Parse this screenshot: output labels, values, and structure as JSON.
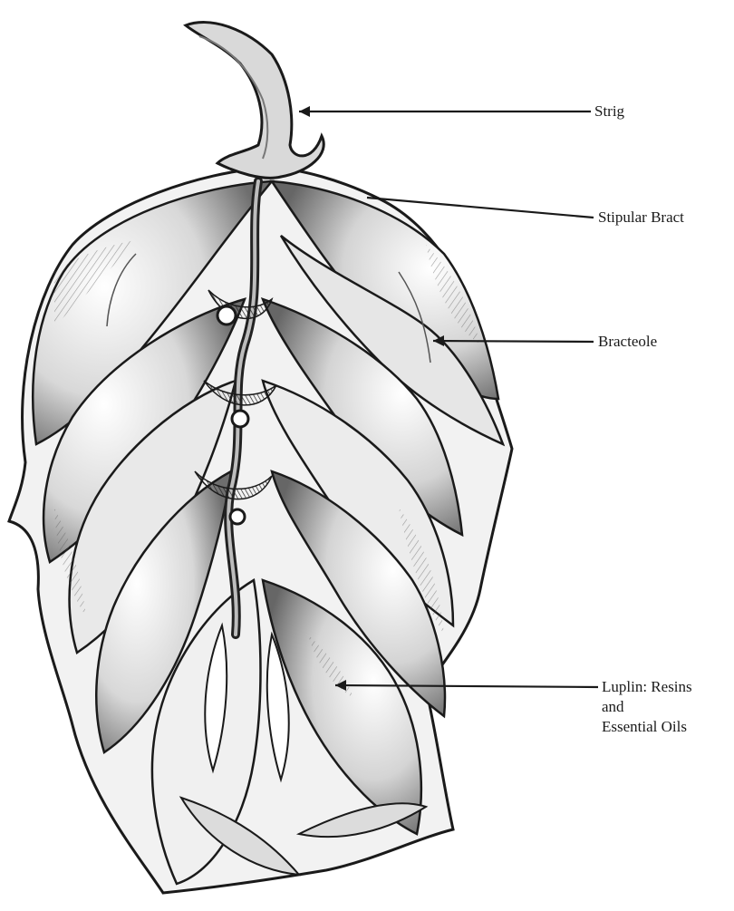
{
  "labels": {
    "strig": "Strig",
    "stipular_bract": "Stipular Bract",
    "bracteole": "Bracteole",
    "lupulin_line1": "Luplin: Resins",
    "lupulin_line2": "and",
    "lupulin_line3": "Essential Oils"
  },
  "colors": {
    "ink": "#1a1a1a",
    "paper": "#ffffff",
    "shade": "#8c8c8c",
    "dark_shade": "#3a3a3a"
  }
}
